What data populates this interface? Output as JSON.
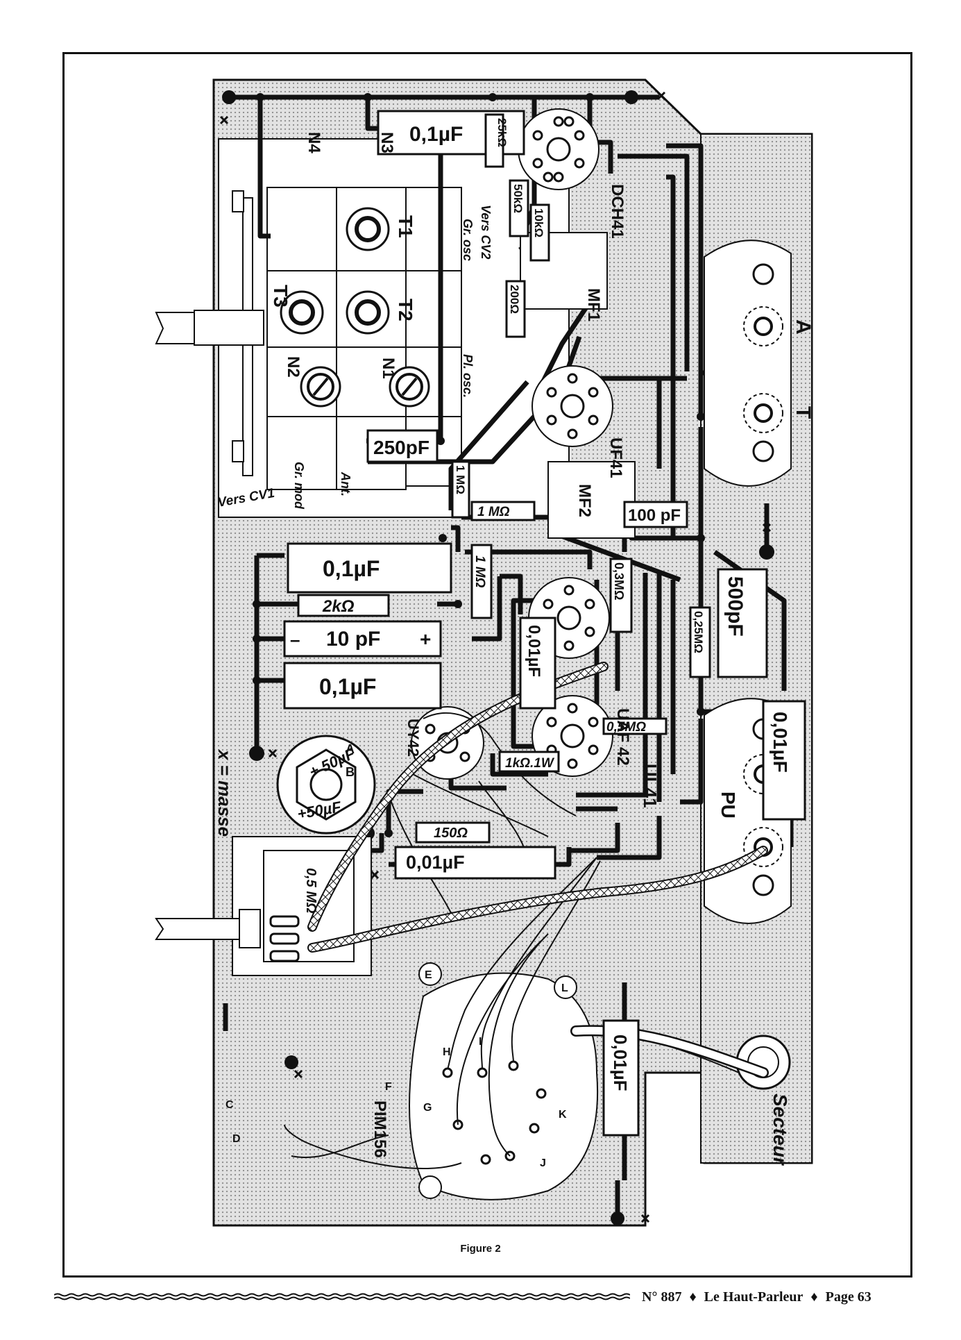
{
  "labels": {
    "cap_top": "0,1µF",
    "res_25k": "25kΩ",
    "n4": "N4",
    "n3": "N3",
    "t1": "T1",
    "t2": "T2",
    "t3": "T3",
    "n1": "N1",
    "n2": "N2",
    "gr_osc": "Gr. osc",
    "vers_cv2": "Vers CV2",
    "pl_osc": "Pl. osc.",
    "res_50k": "50kΩ",
    "res_10k": "10kΩ",
    "res_200": "200Ω",
    "tube_dch41": "DCH41",
    "mf1": "MF1",
    "terminal_a": "A",
    "terminal_t": "T",
    "cap_250pf": "250pF",
    "vers_cv1": "Vers CV1",
    "gr_mod": "Gr. mod",
    "ant": "Ant.",
    "res_1m_a": "1 MΩ",
    "tube_uf41": "UF41",
    "mf2": "MF2",
    "res_1m_b": "1 MΩ",
    "cap_100pf": "100 pF",
    "cap_01_a": "0,1µF",
    "res_2k": "2kΩ",
    "cap_10pf": "10 pF",
    "minus": "–",
    "plus": "+",
    "cap_01_b": "0,1µF",
    "res_1m_c": "1 MΩ",
    "res_03m": "0,3MΩ",
    "res_025m": "0,25MΩ",
    "cap_500pf": "500pF",
    "cap_001_a": "0,01µF",
    "tube_uaf42": "UAF 42",
    "res_05m": "0,5MΩ",
    "cap_001_b": "0,01µF",
    "pu": "PU",
    "terminal_a_small": "A",
    "terminal_b_small": "B",
    "cap_50uf_a": "+ 50µF",
    "cap_50uf_b": "+50µF",
    "masse": "x = masse",
    "tube_uy42": "UY42",
    "res_1k": "1kΩ.1W",
    "tube_ul41": "UL41",
    "res_150": "150Ω",
    "cap_001_c": "0,01µF",
    "pot_05m": "0,5 MΩ",
    "pin_e": "E",
    "pin_l": "L",
    "pin_h": "H",
    "pin_i": "I",
    "pin_f": "F",
    "pin_g": "G",
    "pin_k": "K",
    "pin_j": "J",
    "pin_c": "C",
    "pin_d": "D",
    "speaker": "PIM156",
    "cap_001_d": "0,01µF",
    "secteur": "Secteur"
  },
  "caption": "Figure 2",
  "footer": {
    "issue": "N° 887",
    "sep1": "♦",
    "magazine": "Le Haut-Parleur",
    "sep2": "♦",
    "page": "Page 63"
  }
}
